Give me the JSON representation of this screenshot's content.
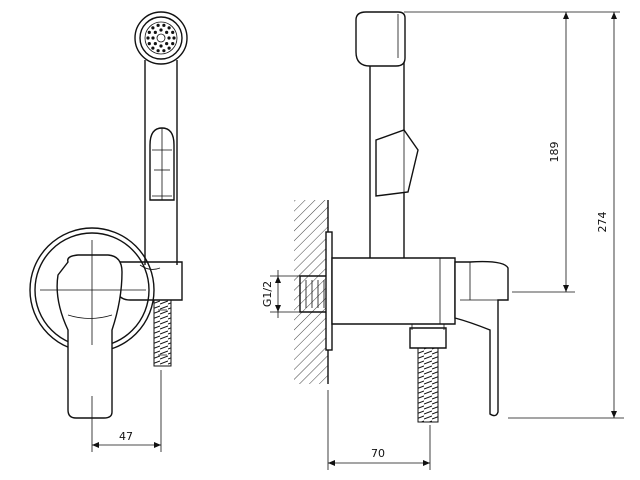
{
  "dimensions": {
    "width_front": "47",
    "depth_side": "70",
    "head_to_outlet": "189",
    "total_height": "274",
    "thread": "G1/2"
  }
}
